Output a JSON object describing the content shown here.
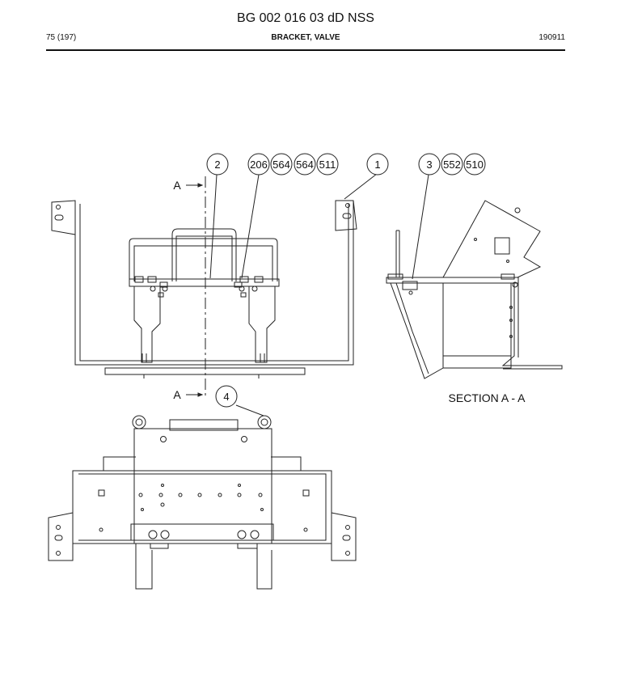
{
  "header": {
    "title": "BG 002 016 03 dD NSS",
    "page": "75 (197)",
    "subtitle": "BRACKET, VALVE",
    "date": "190911"
  },
  "callouts": {
    "c1": "1",
    "c2": "2",
    "c3": "3",
    "c4": "4",
    "c206": "206",
    "c564a": "564",
    "c564b": "564",
    "c511": "511",
    "c552": "552",
    "c510": "510"
  },
  "section_marks": {
    "top": "A",
    "bottom": "A"
  },
  "section_label": "SECTION A - A"
}
